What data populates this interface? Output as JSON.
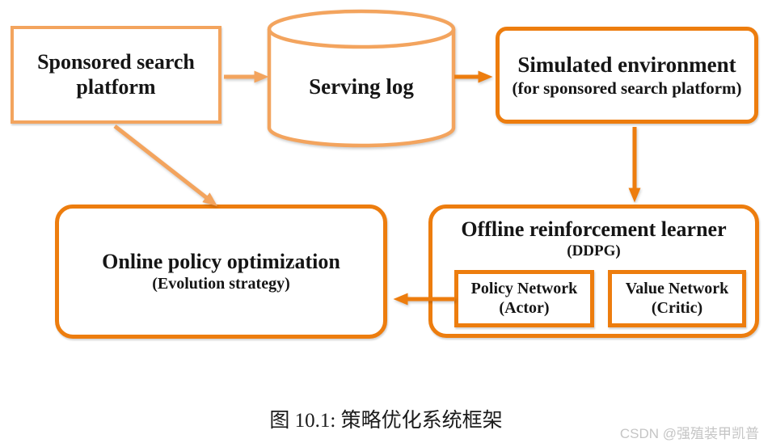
{
  "colors": {
    "light_orange": "#F3A45E",
    "dark_orange": "#ED7D0E"
  },
  "nodes": {
    "sponsored_search_platform": {
      "title": "Sponsored search platform"
    },
    "serving_log": {
      "title": "Serving log"
    },
    "simulated_environment": {
      "title": "Simulated environment",
      "subtitle": "(for sponsored search platform)"
    },
    "online_policy_optimization": {
      "title": "Online policy optimization",
      "subtitle": "(Evolution strategy)"
    },
    "offline_reinforcement_learner": {
      "title": "Offline reinforcement learner",
      "subtitle": "(DDPG)"
    },
    "policy_network": {
      "title": "Policy Network",
      "subtitle": "(Actor)"
    },
    "value_network": {
      "title": "Value Network",
      "subtitle": "(Critic)"
    }
  },
  "edges": [
    {
      "from": "sponsored_search_platform",
      "to": "serving_log"
    },
    {
      "from": "serving_log",
      "to": "simulated_environment"
    },
    {
      "from": "simulated_environment",
      "to": "offline_reinforcement_learner"
    },
    {
      "from": "offline_reinforcement_learner",
      "to": "online_policy_optimization"
    },
    {
      "from": "sponsored_search_platform",
      "to": "online_policy_optimization"
    }
  ],
  "caption": "图 10.1: 策略优化系统框架",
  "watermark": "CSDN @强殖装甲凯普"
}
